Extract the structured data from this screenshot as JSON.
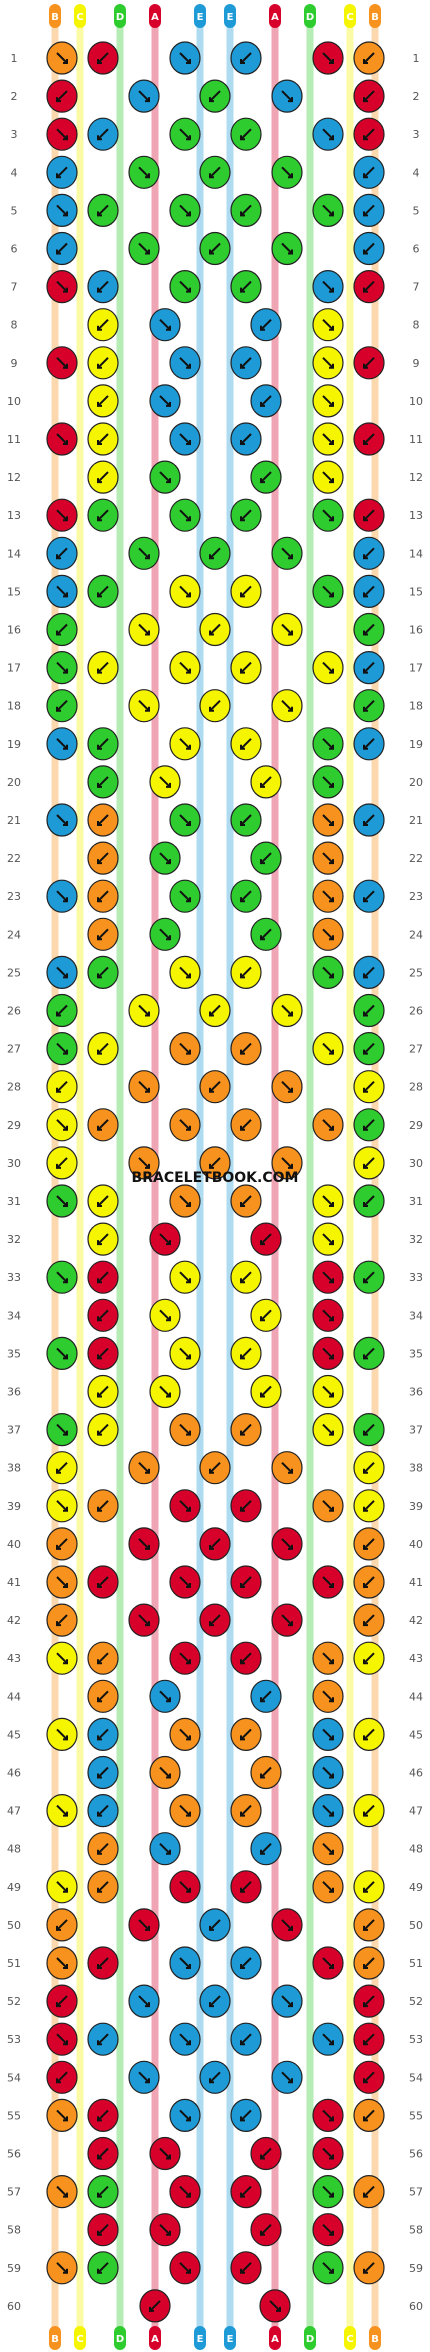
{
  "watermark": "BRACELETBOOK.COM",
  "colors": {
    "orange": "#f7921e",
    "red": "#d7002a",
    "green": "#2ecc2e",
    "blue": "#1e9ad6",
    "yellow": "#f5f500",
    "outline": "#222222"
  },
  "strings_top": [
    {
      "label": "B",
      "color": "orange"
    },
    {
      "label": "C",
      "color": "yellow"
    },
    {
      "label": "D",
      "color": "green"
    },
    {
      "label": "A",
      "color": "red"
    },
    {
      "label": "E",
      "color": "blue"
    },
    {
      "label": "E",
      "color": "blue"
    },
    {
      "label": "A",
      "color": "red"
    },
    {
      "label": "D",
      "color": "green"
    },
    {
      "label": "C",
      "color": "yellow"
    },
    {
      "label": "B",
      "color": "orange"
    }
  ],
  "strings_bottom": [
    {
      "label": "B",
      "color": "orange"
    },
    {
      "label": "C",
      "color": "yellow"
    },
    {
      "label": "D",
      "color": "green"
    },
    {
      "label": "A",
      "color": "red"
    },
    {
      "label": "E",
      "color": "blue"
    },
    {
      "label": "E",
      "color": "blue"
    },
    {
      "label": "A",
      "color": "red"
    },
    {
      "label": "D",
      "color": "green"
    },
    {
      "label": "C",
      "color": "yellow"
    },
    {
      "label": "B",
      "color": "orange"
    }
  ],
  "row_labels": [
    "1",
    "2",
    "3",
    "4",
    "5",
    "6",
    "7",
    "8",
    "9",
    "10",
    "11",
    "12",
    "13",
    "14",
    "15",
    "16",
    "17",
    "18",
    "19",
    "20",
    "21",
    "22",
    "23",
    "24",
    "25",
    "26",
    "27",
    "28",
    "29",
    "30",
    "31",
    "32",
    "33",
    "34",
    "35",
    "36",
    "37",
    "38",
    "39",
    "40",
    "41",
    "42",
    "43",
    "44",
    "45",
    "46",
    "47",
    "48",
    "49",
    "50",
    "51",
    "52",
    "53",
    "54",
    "55",
    "56",
    "57",
    "58",
    "59",
    "60"
  ],
  "rows": [
    [
      "orange",
      "red",
      "blue",
      "blue",
      "red",
      "orange"
    ],
    [
      "red",
      "blue",
      "green",
      "blue",
      "red"
    ],
    [
      "red",
      "blue",
      "green",
      "green",
      "blue",
      "red"
    ],
    [
      "blue",
      "green",
      "green",
      "green",
      "blue"
    ],
    [
      "blue",
      "green",
      "green",
      "green",
      "green",
      "blue"
    ],
    [
      "blue",
      "green",
      "green",
      "green",
      "blue"
    ],
    [
      "red",
      "blue",
      "green",
      "green",
      "blue",
      "red"
    ],
    [
      "yellow",
      "blue",
      "blue",
      "yellow"
    ],
    [
      "red",
      "yellow",
      "blue",
      "blue",
      "yellow",
      "red"
    ],
    [
      "yellow",
      "blue",
      "blue",
      "yellow"
    ],
    [
      "red",
      "yellow",
      "blue",
      "blue",
      "yellow",
      "red"
    ],
    [
      "yellow",
      "green",
      "green",
      "yellow"
    ],
    [
      "red",
      "green",
      "green",
      "green",
      "green",
      "red"
    ],
    [
      "blue",
      "green",
      "green",
      "green",
      "blue"
    ],
    [
      "blue",
      "green",
      "yellow",
      "yellow",
      "green",
      "blue"
    ],
    [
      "green",
      "yellow",
      "yellow",
      "yellow",
      "green"
    ],
    [
      "green",
      "yellow",
      "yellow",
      "yellow",
      "yellow",
      "blue"
    ],
    [
      "green",
      "yellow",
      "yellow",
      "yellow",
      "green"
    ],
    [
      "blue",
      "green",
      "yellow",
      "yellow",
      "green",
      "blue"
    ],
    [
      "green",
      "yellow",
      "yellow",
      "green"
    ],
    [
      "blue",
      "orange",
      "green",
      "green",
      "orange",
      "blue"
    ],
    [
      "orange",
      "green",
      "green",
      "orange"
    ],
    [
      "blue",
      "orange",
      "green",
      "green",
      "orange",
      "blue"
    ],
    [
      "orange",
      "green",
      "green",
      "orange"
    ],
    [
      "blue",
      "green",
      "yellow",
      "yellow",
      "green",
      "blue"
    ],
    [
      "green",
      "yellow",
      "yellow",
      "yellow",
      "green"
    ],
    [
      "green",
      "yellow",
      "orange",
      "orange",
      "yellow",
      "green"
    ],
    [
      "yellow",
      "orange",
      "orange",
      "orange",
      "yellow"
    ],
    [
      "yellow",
      "orange",
      "orange",
      "orange",
      "orange",
      "green"
    ],
    [
      "yellow",
      "orange",
      "orange",
      "orange",
      "yellow"
    ],
    [
      "green",
      "yellow",
      "orange",
      "orange",
      "yellow",
      "green"
    ],
    [
      "yellow",
      "red",
      "red",
      "yellow"
    ],
    [
      "green",
      "red",
      "yellow",
      "yellow",
      "red",
      "green"
    ],
    [
      "red",
      "yellow",
      "yellow",
      "red"
    ],
    [
      "green",
      "red",
      "yellow",
      "yellow",
      "red",
      "green"
    ],
    [
      "yellow",
      "yellow",
      "yellow",
      "yellow"
    ],
    [
      "green",
      "yellow",
      "orange",
      "orange",
      "yellow",
      "green"
    ],
    [
      "yellow",
      "orange",
      "orange",
      "orange",
      "yellow"
    ],
    [
      "yellow",
      "orange",
      "red",
      "red",
      "orange",
      "yellow"
    ],
    [
      "orange",
      "red",
      "red",
      "red",
      "orange"
    ],
    [
      "orange",
      "red",
      "red",
      "red",
      "red",
      "orange"
    ],
    [
      "orange",
      "red",
      "red",
      "red",
      "orange"
    ],
    [
      "yellow",
      "orange",
      "red",
      "red",
      "orange",
      "yellow"
    ],
    [
      "orange",
      "blue",
      "blue",
      "orange"
    ],
    [
      "yellow",
      "blue",
      "orange",
      "orange",
      "blue",
      "yellow"
    ],
    [
      "blue",
      "orange",
      "orange",
      "blue"
    ],
    [
      "yellow",
      "blue",
      "orange",
      "orange",
      "blue",
      "yellow"
    ],
    [
      "orange",
      "blue",
      "blue",
      "orange"
    ],
    [
      "yellow",
      "orange",
      "red",
      "red",
      "orange",
      "yellow"
    ],
    [
      "orange",
      "red",
      "blue",
      "red",
      "orange"
    ],
    [
      "orange",
      "red",
      "blue",
      "blue",
      "red",
      "orange"
    ],
    [
      "red",
      "blue",
      "blue",
      "blue",
      "red"
    ],
    [
      "red",
      "blue",
      "blue",
      "blue",
      "blue",
      "red"
    ],
    [
      "red",
      "blue",
      "blue",
      "blue",
      "red"
    ],
    [
      "orange",
      "red",
      "blue",
      "blue",
      "red",
      "orange"
    ],
    [
      "red",
      "red",
      "red",
      "red"
    ],
    [
      "orange",
      "green",
      "red",
      "red",
      "green",
      "orange"
    ],
    [
      "red",
      "red",
      "red",
      "red"
    ],
    [
      "orange",
      "green",
      "red",
      "red",
      "green",
      "orange"
    ],
    [
      "red",
      "red"
    ]
  ]
}
